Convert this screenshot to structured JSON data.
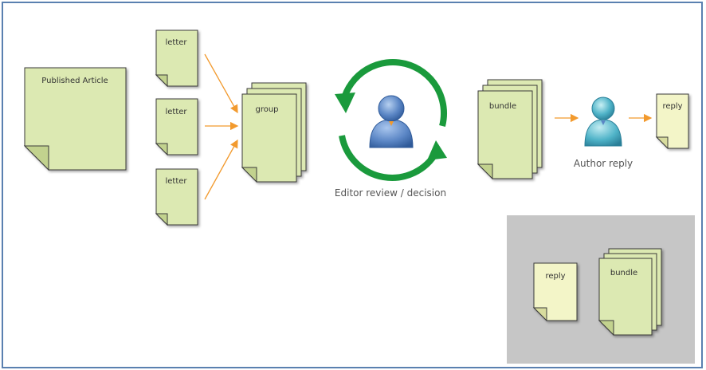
{
  "documents": {
    "published_article": "Published Article",
    "letter_1": "letter",
    "letter_2": "letter",
    "letter_3": "letter",
    "group": "group",
    "bundle": "bundle",
    "reply": "reply"
  },
  "captions": {
    "editor": "Editor review / decision",
    "author": "Author reply"
  },
  "legend": {
    "reply": "reply",
    "bundle": "bundle"
  },
  "colors": {
    "note_fill": "#dce9b2",
    "note_fill_light": "#f3f5c8",
    "note_stroke": "#3a3a3a",
    "arrow": "#f29a2e",
    "cycle": "#1a9a3c",
    "person": "#5b86c5",
    "legend_panel": "#c6c6c6",
    "frame": "#5a80b0"
  }
}
